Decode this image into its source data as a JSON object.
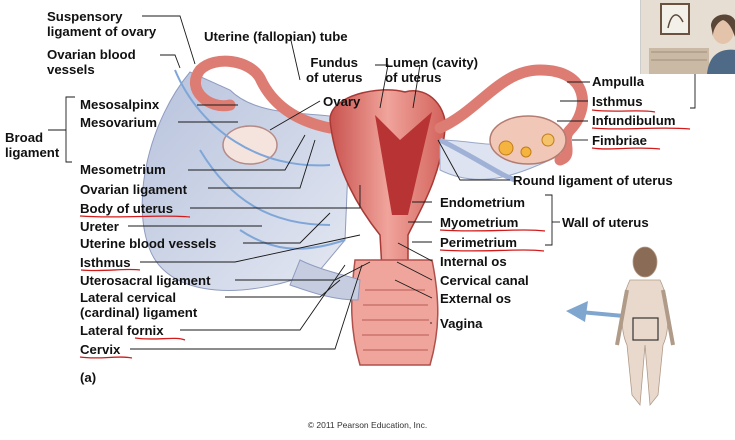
{
  "figure": {
    "part_label": "(a)",
    "copyright": "© 2011 Pearson Education, Inc."
  },
  "labels": {
    "suspensory": "Suspensory\nligament of ovary",
    "ovarian_vessels": "Ovarian blood\nvessels",
    "uterine_tube": "Uterine (fallopian) tube",
    "fundus": "Fundus\nof uterus",
    "lumen": "Lumen (cavity)\nof uterus",
    "mesosalpinx": "Mesosalpinx",
    "mesovarium": "Mesovarium",
    "ovary": "Ovary",
    "broad_ligament": "Broad\nligament",
    "mesometrium": "Mesometrium",
    "ovarian_ligament": "Ovarian ligament",
    "body_of_uterus": "Body of uterus",
    "ureter": "Ureter",
    "uterine_vessels": "Uterine blood vessels",
    "isthmus_left": "Isthmus",
    "uterosacral": "Uterosacral ligament",
    "lateral_cervical": "Lateral cervical\n(cardinal) ligament",
    "lateral_fornix": "Lateral fornix",
    "cervix": "Cervix",
    "ampulla": "Ampulla",
    "isthmus_right": "Isthmus",
    "infundibulum": "Infundibulum",
    "fimbriae": "Fimbriae",
    "round_ligament": "Round ligament of uterus",
    "endometrium": "Endometrium",
    "myometrium": "Myometrium",
    "perimetrium": "Perimetrium",
    "wall_of_uterus": "Wall of uterus",
    "internal_os": "Internal os",
    "cervical_canal": "Cervical canal",
    "external_os": "External os",
    "vagina": "Vagina"
  },
  "colors": {
    "tissue": "#e58a82",
    "tissue_dark": "#b83b3b",
    "ligament": "#c6cde0",
    "ligament_dark": "#9aa8c8",
    "annotation": "#d21c1c",
    "arrow": "#7fa6cf"
  }
}
